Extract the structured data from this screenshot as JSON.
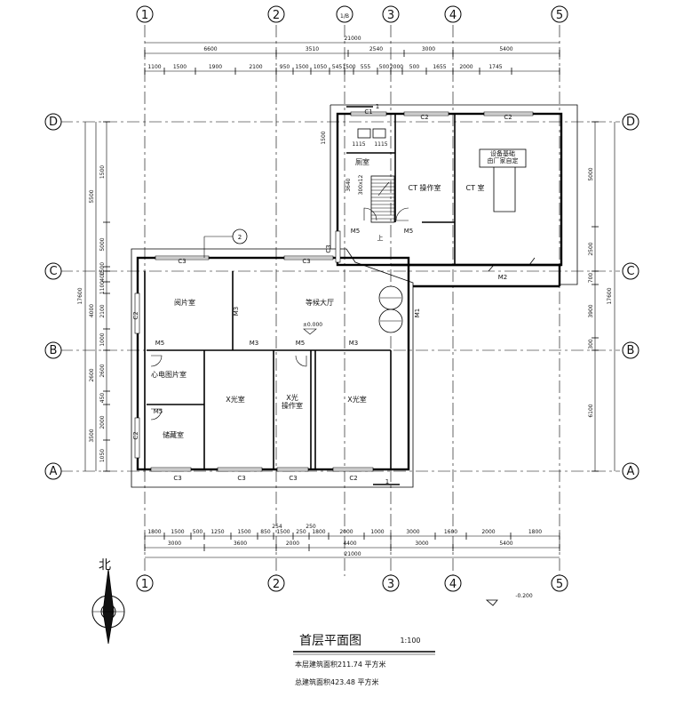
{
  "axes": {
    "vertical": [
      "1",
      "2",
      "1/B",
      "3",
      "4",
      "5"
    ],
    "horizontal": [
      "D",
      "C",
      "B",
      "A"
    ]
  },
  "dims": {
    "top_total": "21000",
    "top_row": [
      "6600",
      "3510",
      "2540",
      "3000",
      "5400"
    ],
    "top_detail": [
      "1100",
      "1500",
      "1900",
      "2100",
      "950",
      "1500",
      "1050",
      "545",
      "1500",
      "555",
      "500",
      "2000",
      "500",
      "1655",
      "2000",
      "1745"
    ],
    "bottom_detail": [
      "1800",
      "1500",
      "500",
      "1250",
      "1500",
      "850",
      "1500",
      "250",
      "1800",
      "2000",
      "1000",
      "3000",
      "1600",
      "2000",
      "1800"
    ],
    "bottom_mid": [
      "254",
      "250"
    ],
    "bottom_row": [
      "3000",
      "3600",
      "2000",
      "4400",
      "3000",
      "5400"
    ],
    "bottom_total": "21000",
    "left_outer": "17600",
    "left_mid": [
      "5500",
      "4000",
      "2600",
      "3500"
    ],
    "left_inner": [
      "1500",
      "5000",
      "1500",
      "400",
      "1100",
      "2100",
      "1000",
      "2600",
      "450",
      "2000",
      "1050"
    ],
    "right_outer": "17600",
    "right_mid": [
      "5000",
      "2500",
      "700",
      "3900",
      "300",
      "6100"
    ]
  },
  "rooms": {
    "toilet": "厕室",
    "ct_operation": "CT 操作室",
    "ct_room": "CT 室",
    "equipment": "设备基础\n由厂家自定",
    "reading": "阅片室",
    "waiting": "等候大厅",
    "film": "心电图片室",
    "xray1": "X光室",
    "xray_control": "X光\n操作室",
    "xray2": "X光室",
    "storage": "储藏室"
  },
  "labels": {
    "c1": "C1",
    "c2": "C2",
    "c3": "C3",
    "m1": "M1",
    "m2": "M2",
    "m3": "M3",
    "m5": "M5",
    "up": "上",
    "level0": "±0.000",
    "level_ext": "-0.200",
    "dim3640": "3640",
    "dim300x12": "300x12",
    "dim1500": "1500",
    "fix1": "1115",
    "section": "1",
    "detail": "2"
  },
  "north": "北",
  "title": {
    "main": "首层平面图",
    "scale": "1:100",
    "area1": "本层建筑面积211.74 平方米",
    "area2": "总建筑面积423.48 平方米"
  }
}
